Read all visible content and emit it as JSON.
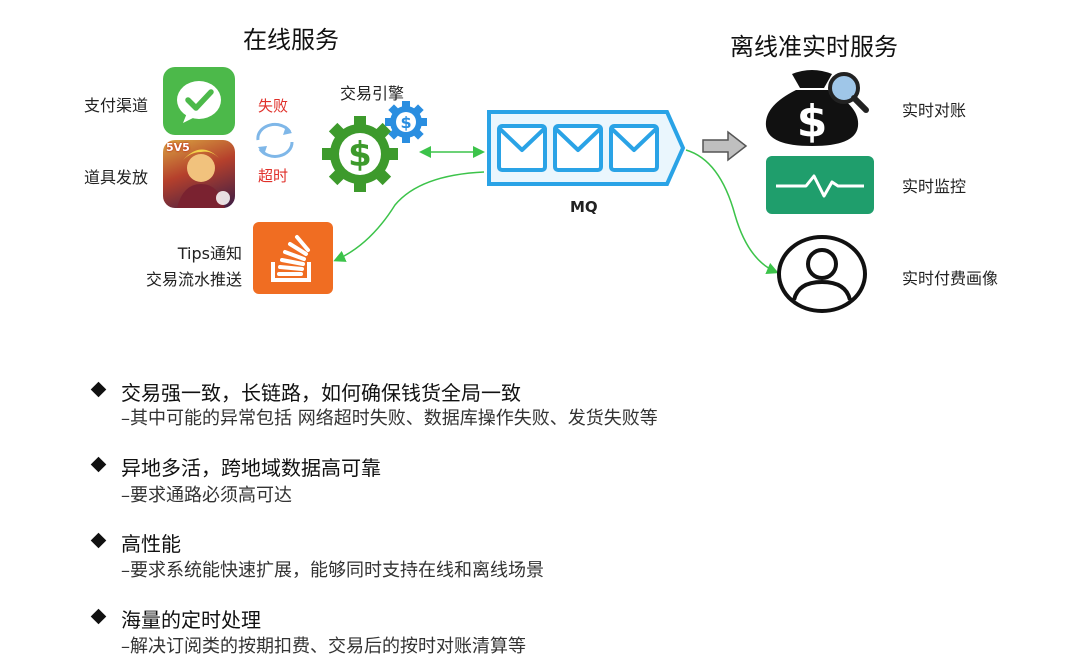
{
  "headings": {
    "online": "在线服务",
    "offline": "离线准实时服务"
  },
  "labels": {
    "payment_channel": "支付渠道",
    "item_issue": "道具发放",
    "fail": "失败",
    "timeout": "超时",
    "trade_engine": "交易引擎",
    "mq": "MQ",
    "tips_line1": "Tips通知",
    "tips_line2": "交易流水推送",
    "realtime_reconcile": "实时对账",
    "realtime_monitor": "实时监控",
    "realtime_profile": "实时付费画像",
    "game_badge": "5V5"
  },
  "bullets": [
    {
      "title": "交易强一致，长链路，如何确保钱货全局一致",
      "desc": "–其中可能的异常包括 网络超时失败、数据库操作失败、发货失败等"
    },
    {
      "title": "异地多活，跨地域数据高可靠",
      "desc": "–要求通路必须高可达"
    },
    {
      "title": "高性能",
      "desc": "–要求系统能快速扩展，能够同时支持在线和离线场景"
    },
    {
      "title": "海量的定时处理",
      "desc": "–解决订阅类的按期扣费、交易后的按时对账清算等"
    }
  ],
  "colors": {
    "wechat_green": "#4cb94a",
    "gear_green": "#3d9a2c",
    "gear_blue": "#2a8ee0",
    "mq_blue": "#2aa3e6",
    "stack_orange": "#f06d22",
    "monitor_green": "#1f9e6c",
    "arrow_green": "#3cc34a",
    "fail_red": "#e0302a"
  },
  "icons": [
    "wechat-icon",
    "game-icon",
    "refresh-arrows-icon",
    "gear-dollar-icon",
    "mail-queue-icon",
    "stack-icon",
    "money-bag-icon",
    "heartbeat-icon",
    "user-profile-icon",
    "gray-arrow-icon"
  ]
}
